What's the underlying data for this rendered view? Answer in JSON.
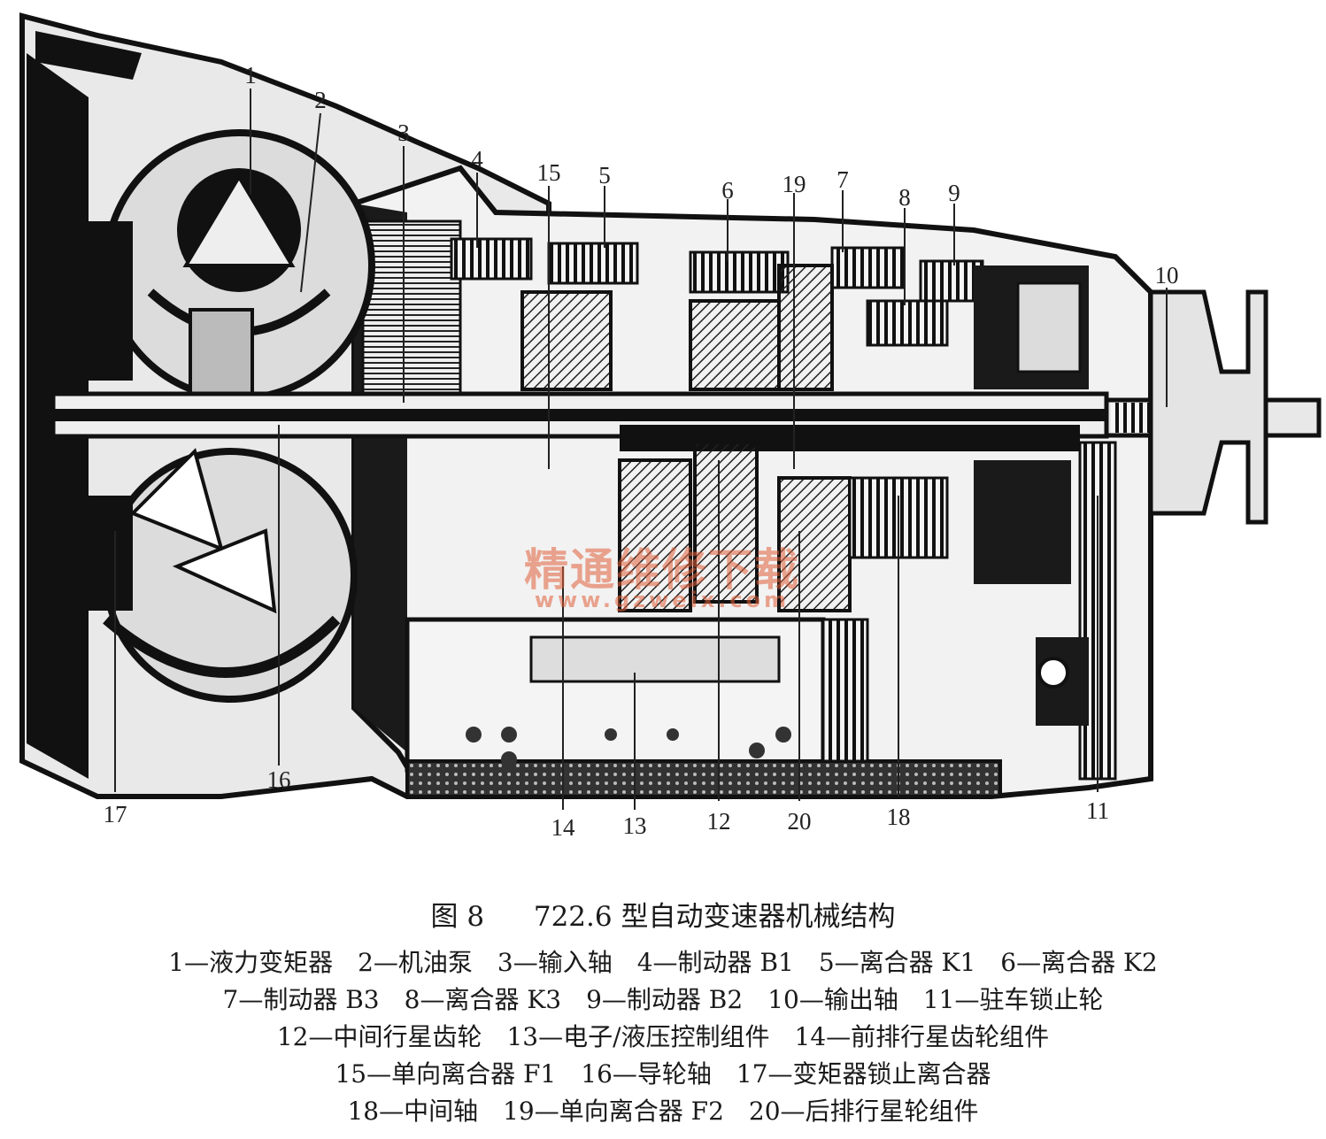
{
  "figure": {
    "label": "图 8",
    "title": "722.6 型自动变速器机械结构"
  },
  "callouts": [
    "1",
    "2",
    "3",
    "4",
    "15",
    "5",
    "6",
    "19",
    "7",
    "8",
    "9",
    "10",
    "17",
    "16",
    "14",
    "13",
    "12",
    "20",
    "18",
    "11"
  ],
  "watermark": {
    "text": "精通维修下载",
    "url": "www.gzweix.com"
  },
  "legend": [
    [
      "1—液力变矩器",
      "2—机油泵",
      "3—输入轴",
      "4—制动器 B1",
      "5—离合器 K1",
      "6—离合器 K2"
    ],
    [
      "7—制动器 B3",
      "8—离合器 K3",
      "9—制动器 B2",
      "10—输出轴",
      "11—驻车锁止轮"
    ],
    [
      "12—中间行星齿轮",
      "13—电子/液压控制组件",
      "14—前排行星齿轮组件"
    ],
    [
      "15—单向离合器 F1",
      "16—导轮轴",
      "17—变矩器锁止离合器"
    ],
    [
      "18—中间轴",
      "19—单向离合器 F2",
      "20—后排行星轮组件"
    ]
  ]
}
